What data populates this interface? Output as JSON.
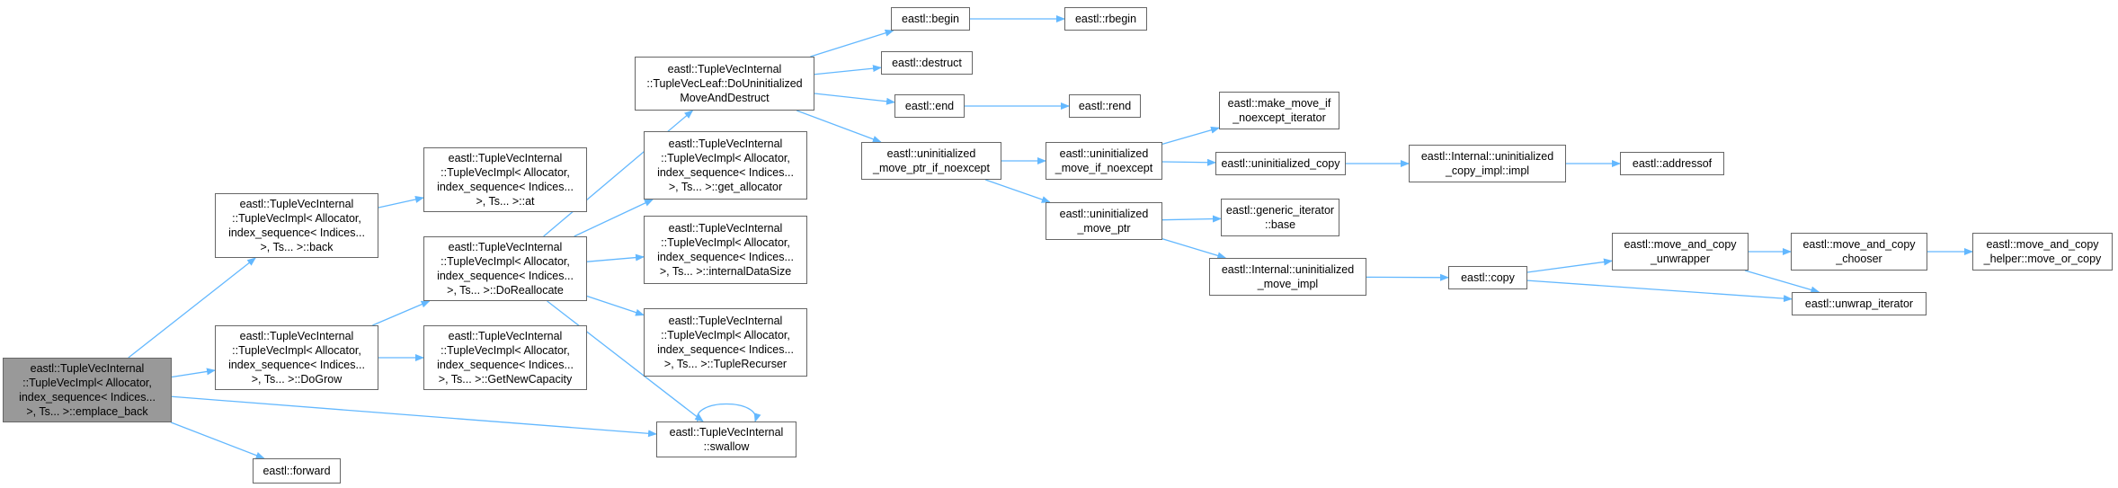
{
  "graph": {
    "edge_color": "#63b8ff",
    "nodes": {
      "emplace_back": [
        "eastl::TupleVecInternal",
        "::TupleVecImpl< Allocator,",
        "index_sequence< Indices...",
        ">, Ts... >::emplace_back"
      ],
      "back": [
        "eastl::TupleVecInternal",
        "::TupleVecImpl< Allocator,",
        "index_sequence< Indices...",
        ">, Ts... >::back"
      ],
      "dogrow": [
        "eastl::TupleVecInternal",
        "::TupleVecImpl< Allocator,",
        "index_sequence< Indices...",
        ">, Ts... >::DoGrow"
      ],
      "forward": [
        "eastl::forward"
      ],
      "at": [
        "eastl::TupleVecInternal",
        "::TupleVecImpl< Allocator,",
        "index_sequence< Indices...",
        ">, Ts... >::at"
      ],
      "doreallocate": [
        "eastl::TupleVecInternal",
        "::TupleVecImpl< Allocator,",
        "index_sequence< Indices...",
        ">, Ts... >::DoReallocate"
      ],
      "getnewcapacity": [
        "eastl::TupleVecInternal",
        "::TupleVecImpl< Allocator,",
        "index_sequence< Indices...",
        ">, Ts... >::GetNewCapacity"
      ],
      "douninit": [
        "eastl::TupleVecInternal",
        "::TupleVecLeaf::DoUninitialized",
        "MoveAndDestruct"
      ],
      "get_allocator": [
        "eastl::TupleVecInternal",
        "::TupleVecImpl< Allocator,",
        "index_sequence< Indices...",
        ">, Ts... >::get_allocator"
      ],
      "internaldatasize": [
        "eastl::TupleVecInternal",
        "::TupleVecImpl< Allocator,",
        "index_sequence< Indices...",
        ">, Ts... >::internalDataSize"
      ],
      "tuplerecurser": [
        "eastl::TupleVecInternal",
        "::TupleVecImpl< Allocator,",
        "index_sequence< Indices...",
        ">, Ts... >::TupleRecurser"
      ],
      "swallow": [
        "eastl::TupleVecInternal",
        "::swallow"
      ],
      "begin": [
        "eastl::begin"
      ],
      "destruct": [
        "eastl::destruct"
      ],
      "end": [
        "eastl::end"
      ],
      "umpine": [
        "eastl::uninitialized",
        "_move_ptr_if_noexcept"
      ],
      "rbegin": [
        "eastl::rbegin"
      ],
      "rend": [
        "eastl::rend"
      ],
      "umine": [
        "eastl::uninitialized",
        "_move_if_noexcept"
      ],
      "ump": [
        "eastl::uninitialized",
        "_move_ptr"
      ],
      "mmine": [
        "eastl::make_move_if",
        "_noexcept_iterator"
      ],
      "ucopy": [
        "eastl::uninitialized_copy"
      ],
      "gib": [
        "eastl::generic_iterator",
        "::base"
      ],
      "intumi": [
        "eastl::Internal::uninitialized",
        "_move_impl"
      ],
      "intucii": [
        "eastl::Internal::uninitialized",
        "_copy_impl::impl"
      ],
      "addressof": [
        "eastl::addressof"
      ],
      "copy": [
        "eastl::copy"
      ],
      "macu": [
        "eastl::move_and_copy",
        "_unwrapper"
      ],
      "macc": [
        "eastl::move_and_copy",
        "_chooser"
      ],
      "unwrap": [
        "eastl::unwrap_iterator"
      ],
      "machmoc": [
        "eastl::move_and_copy",
        "_helper::move_or_copy"
      ]
    }
  }
}
